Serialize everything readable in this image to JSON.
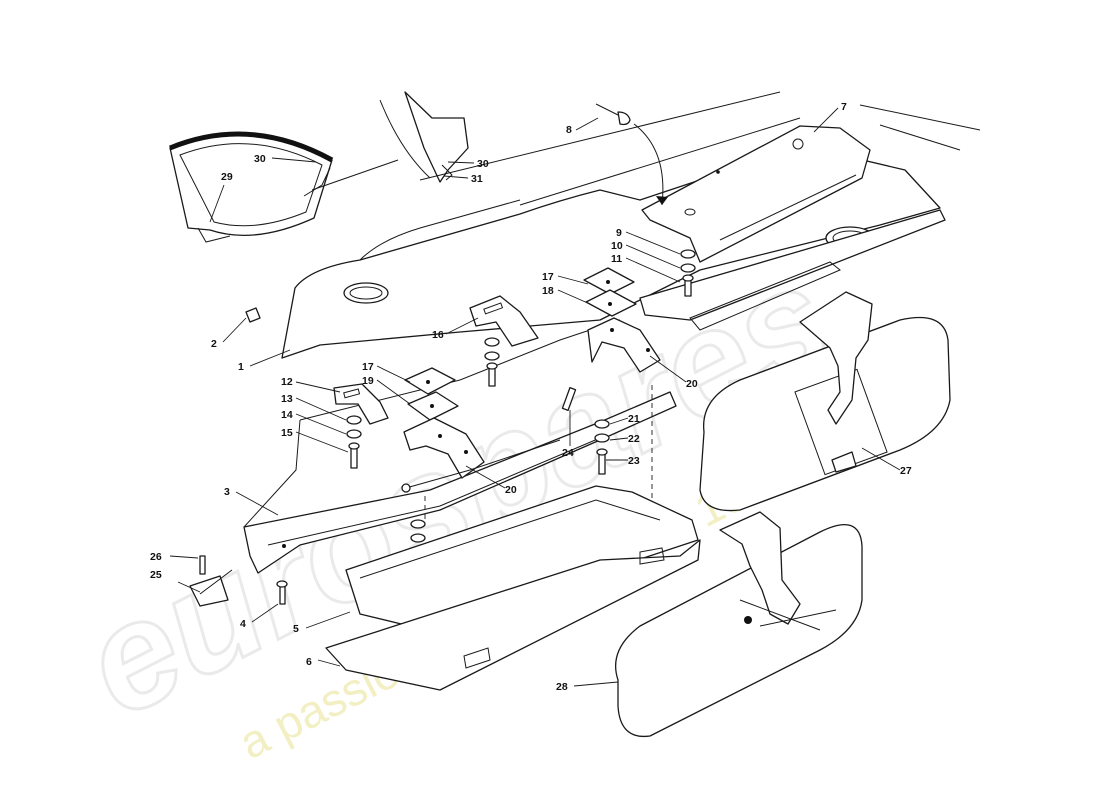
{
  "diagram": {
    "callouts": [
      {
        "id": "c1",
        "text": "1"
      },
      {
        "id": "c2",
        "text": "2"
      },
      {
        "id": "c3",
        "text": "3"
      },
      {
        "id": "c4",
        "text": "4"
      },
      {
        "id": "c5",
        "text": "5"
      },
      {
        "id": "c6",
        "text": "6"
      },
      {
        "id": "c7",
        "text": "7"
      },
      {
        "id": "c8",
        "text": "8"
      },
      {
        "id": "c9",
        "text": "9"
      },
      {
        "id": "c10",
        "text": "10"
      },
      {
        "id": "c11",
        "text": "11"
      },
      {
        "id": "c12",
        "text": "12"
      },
      {
        "id": "c13",
        "text": "13"
      },
      {
        "id": "c14",
        "text": "14"
      },
      {
        "id": "c15",
        "text": "15"
      },
      {
        "id": "c16",
        "text": "16"
      },
      {
        "id": "c17a",
        "text": "17"
      },
      {
        "id": "c17b",
        "text": "17"
      },
      {
        "id": "c18",
        "text": "18"
      },
      {
        "id": "c19",
        "text": "19"
      },
      {
        "id": "c20a",
        "text": "20"
      },
      {
        "id": "c20b",
        "text": "20"
      },
      {
        "id": "c21",
        "text": "21"
      },
      {
        "id": "c22",
        "text": "22"
      },
      {
        "id": "c23",
        "text": "23"
      },
      {
        "id": "c24",
        "text": "24"
      },
      {
        "id": "c25",
        "text": "25"
      },
      {
        "id": "c26",
        "text": "26"
      },
      {
        "id": "c27",
        "text": "27"
      },
      {
        "id": "c28",
        "text": "28"
      },
      {
        "id": "c29",
        "text": "29"
      },
      {
        "id": "c30a",
        "text": "30"
      },
      {
        "id": "c30b",
        "text": "30"
      },
      {
        "id": "c31",
        "text": "31"
      }
    ]
  },
  "watermark": {
    "logo": "eurospares",
    "tagline": "a passion for parts since 1985"
  }
}
